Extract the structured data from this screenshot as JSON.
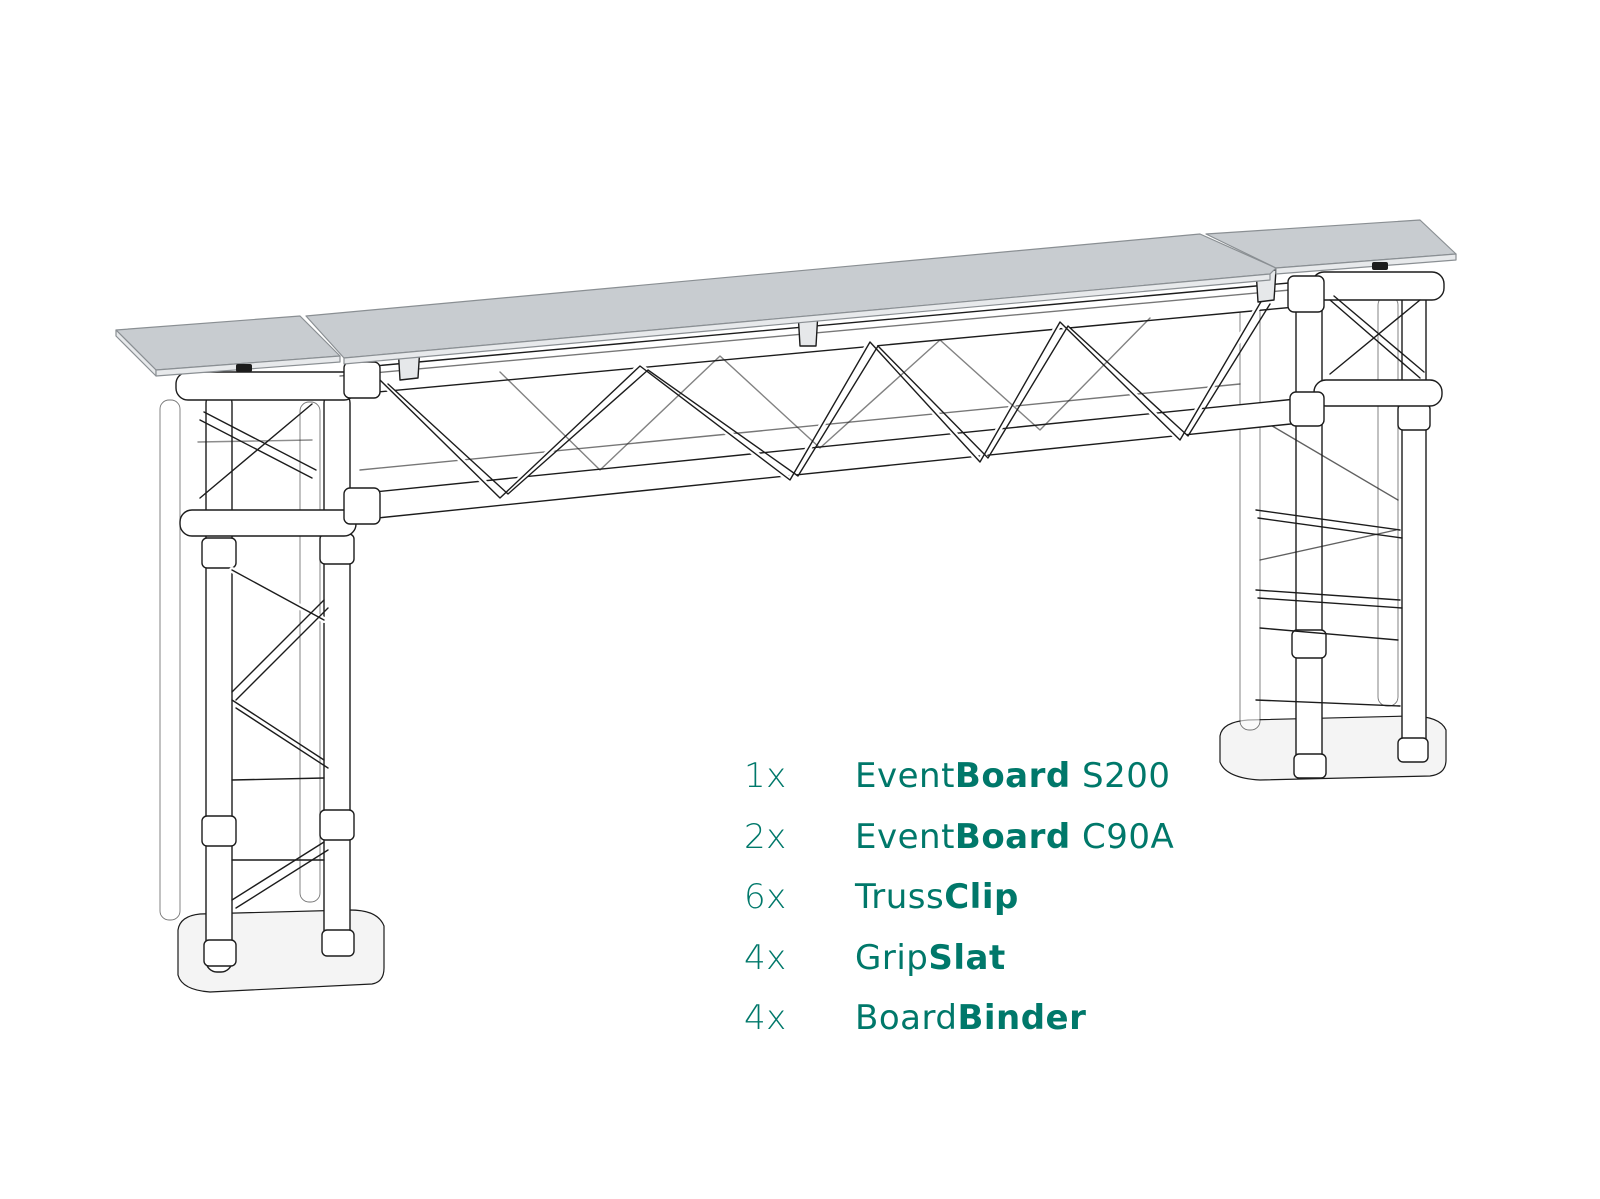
{
  "colors": {
    "text_accent": "#00786a",
    "board_top": "#c9cdd0",
    "board_edge": "#e6e8ea",
    "truss_outline": "#1c1c1c",
    "base_plate": "#f2f2f2"
  },
  "illustration": {
    "subject": "truss DJ booth with event boards"
  },
  "parts": [
    {
      "qty": "1x",
      "pre": "Event",
      "bold": "Board",
      "post": " S200"
    },
    {
      "qty": "2x",
      "pre": "Event",
      "bold": "Board",
      "post": " C90A"
    },
    {
      "qty": "6x",
      "pre": "Truss",
      "bold": "Clip",
      "post": ""
    },
    {
      "qty": "4x",
      "pre": "Grip",
      "bold": "Slat",
      "post": ""
    },
    {
      "qty": "4x",
      "pre": "Board",
      "bold": "Binder",
      "post": ""
    }
  ]
}
